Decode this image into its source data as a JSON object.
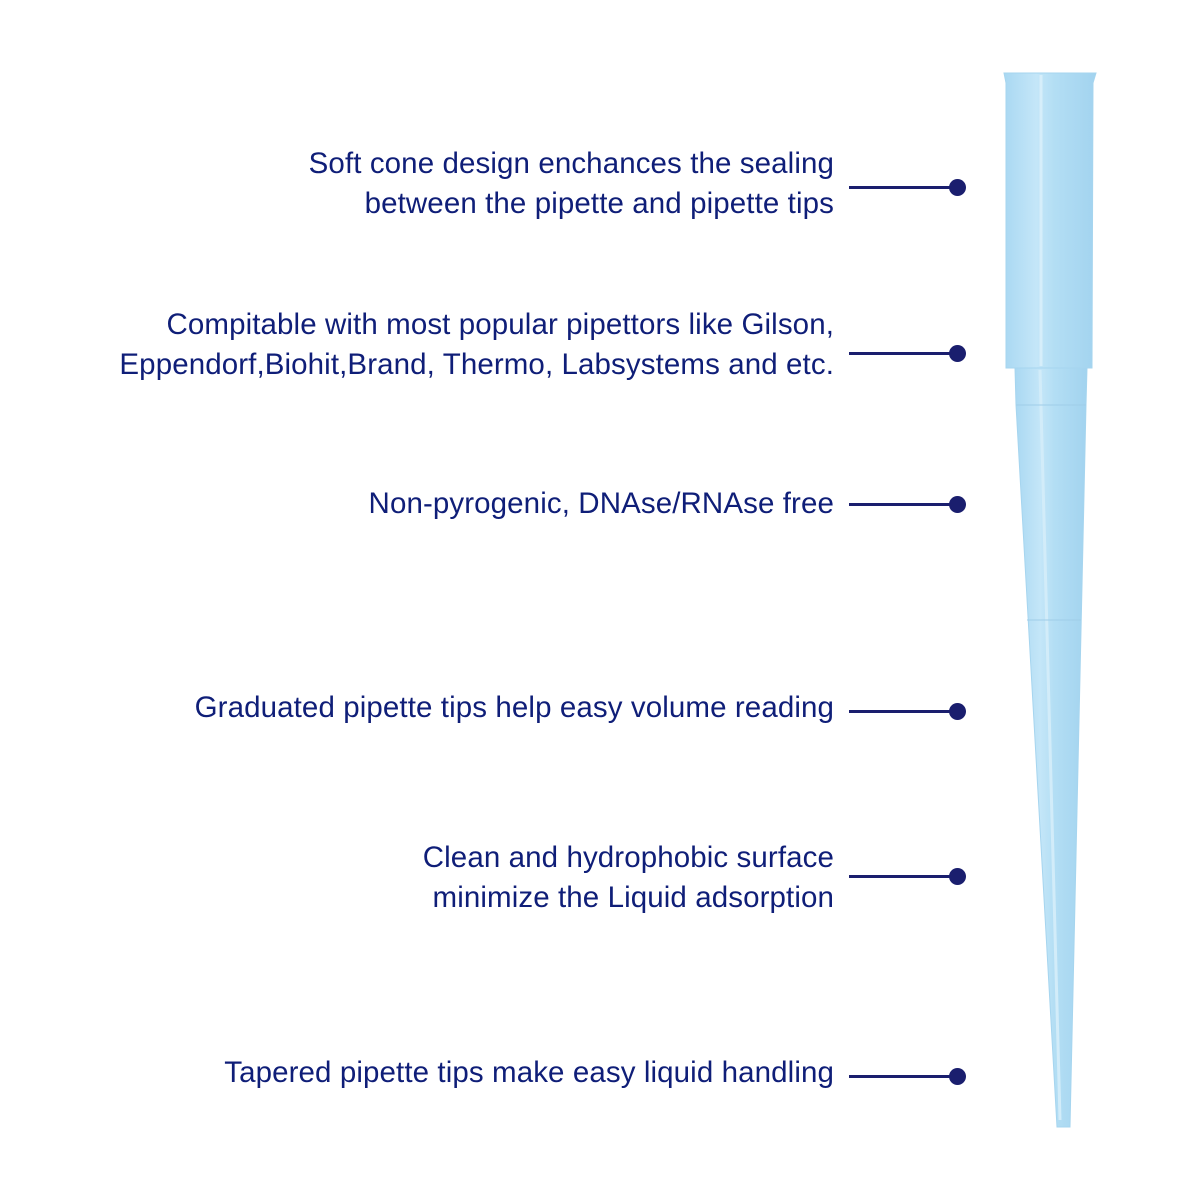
{
  "callouts": [
    {
      "lines": [
        "Soft cone design enchances the sealing",
        "between the pipette and pipette tips "
      ]
    },
    {
      "lines": [
        "Compitable with most popular pipettors like Gilson,",
        "Eppendorf,Biohit,Brand, Thermo, Labsystems and etc."
      ]
    },
    {
      "lines": [
        "Non-pyrogenic, DNAse/RNAse free"
      ]
    },
    {
      "lines": [
        "Graduated pipette tips help easy volume reading"
      ]
    },
    {
      "lines": [
        "Clean and hydrophobic surface",
        "minimize the Liquid adsorption"
      ]
    },
    {
      "lines": [
        "Tapered pipette tips make easy liquid handling"
      ]
    }
  ],
  "colors": {
    "text": "#0f1e78",
    "leader": "#1a1e6e",
    "tip_fill": "#b8e0f5",
    "tip_edge": "#9fd0ec"
  },
  "illustration": {
    "object": "pipette-tip"
  }
}
